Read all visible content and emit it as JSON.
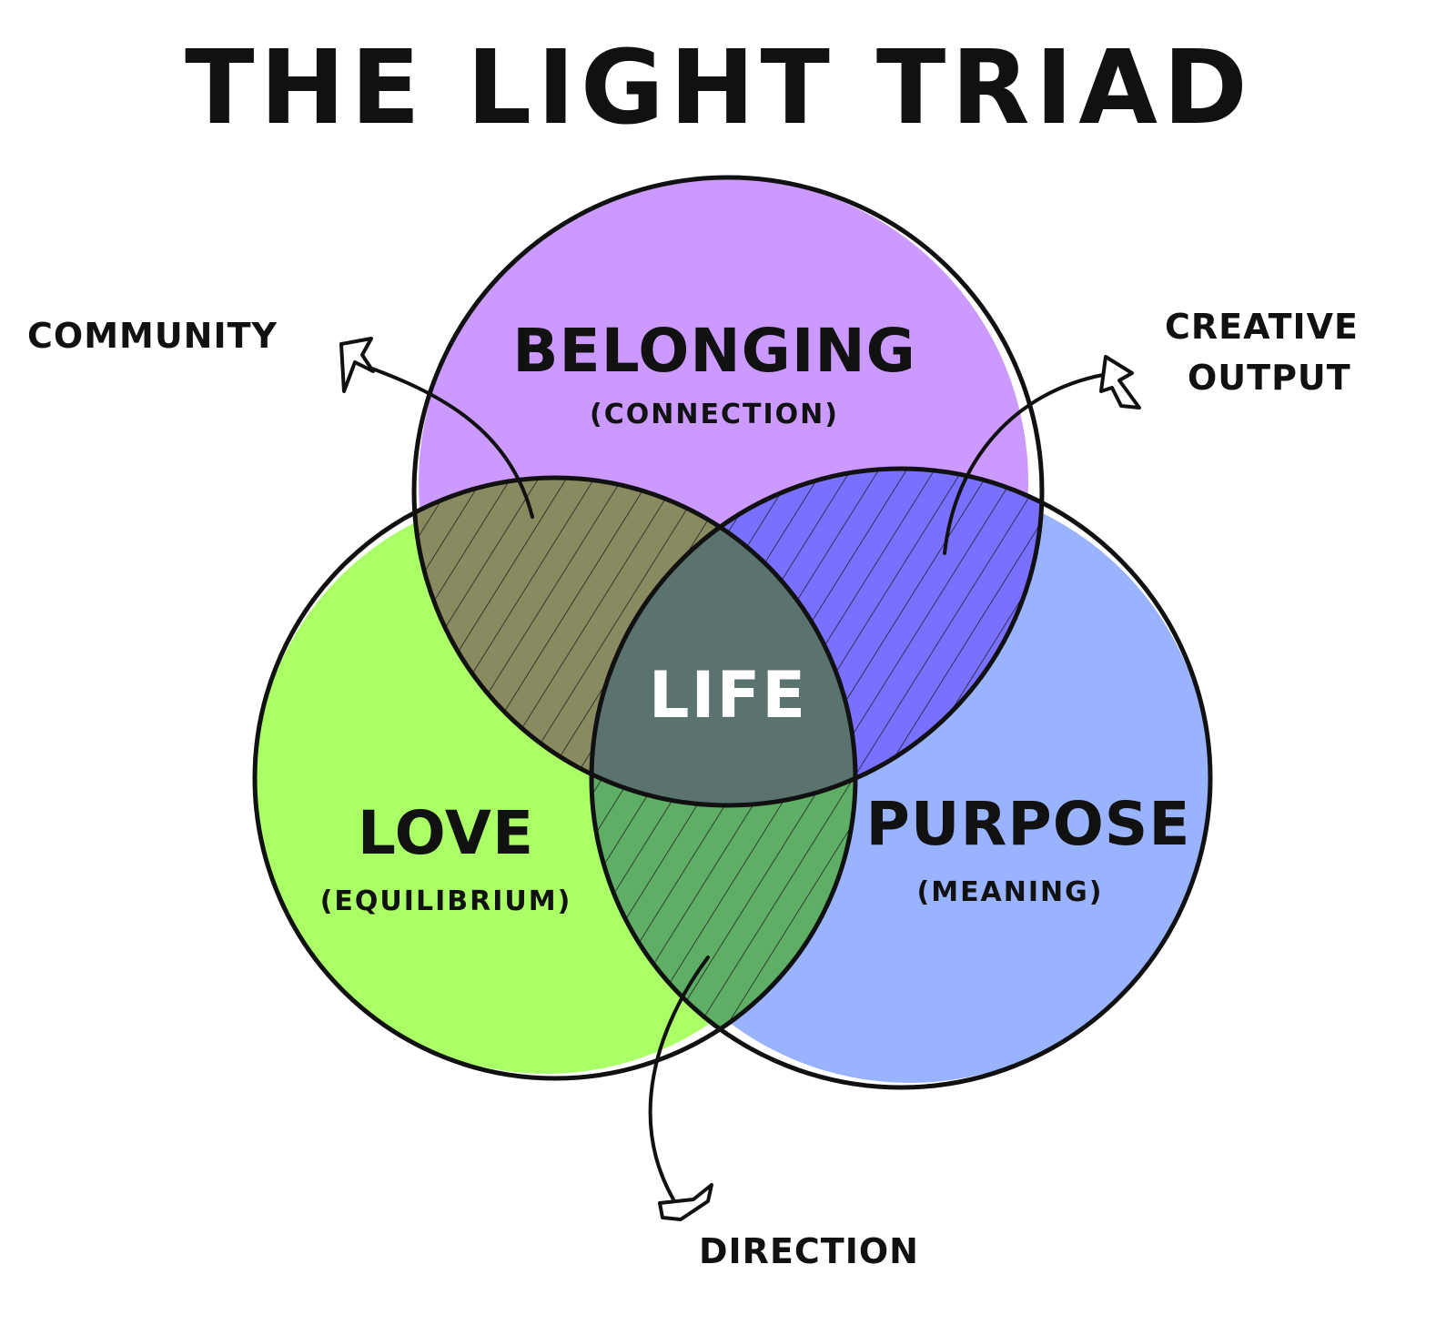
{
  "title": "THE LIGHT TRIAD",
  "colors": {
    "belonging": "#cc99ff",
    "love": "#aaff66",
    "purpose": "#99b3ff",
    "community_overlap": "#8a8a60",
    "creative_overlap": "#7a70ff",
    "direction_overlap": "#5fae66",
    "life_center": "#5a736e"
  },
  "sets": {
    "belonging": {
      "label": "BELONGING",
      "sub": "(CONNECTION)"
    },
    "love": {
      "label": "LOVE",
      "sub": "(EQUILIBRIUM)"
    },
    "purpose": {
      "label": "PURPOSE",
      "sub": "(MEANING)"
    }
  },
  "center": {
    "label": "LIFE"
  },
  "overlaps": {
    "community": "COMMUNITY",
    "creative_line1": "CREATIVE",
    "creative_line2": "OUTPUT",
    "direction": "DIRECTION"
  }
}
